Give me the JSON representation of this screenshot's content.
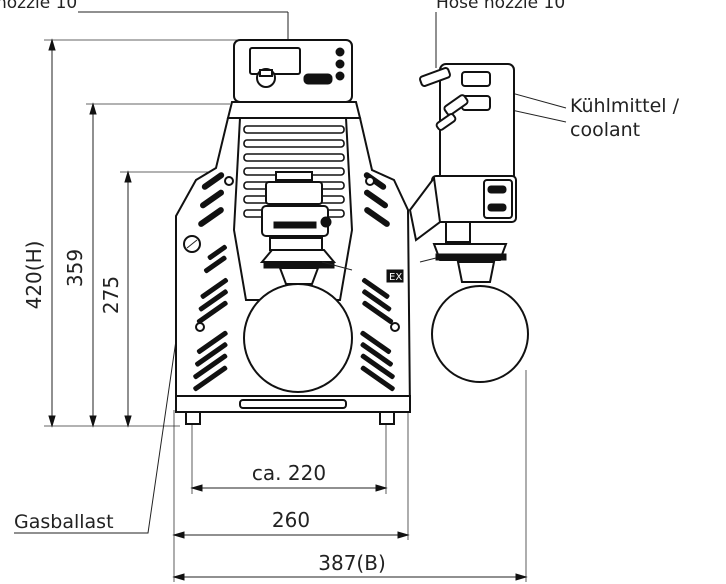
{
  "labels": {
    "top_left": "nozzle 10",
    "top_right": "Hose nozzle 10",
    "coolant_line1": "Kühlmittel /",
    "coolant_line2": "coolant",
    "gasballast": "Gasballast"
  },
  "dimensions": {
    "height_total": "420(H)",
    "height_mid": "359",
    "height_low": "275",
    "width_feet": "ca. 220",
    "width_body": "260",
    "width_total": "387(B)"
  },
  "badge": "EX"
}
